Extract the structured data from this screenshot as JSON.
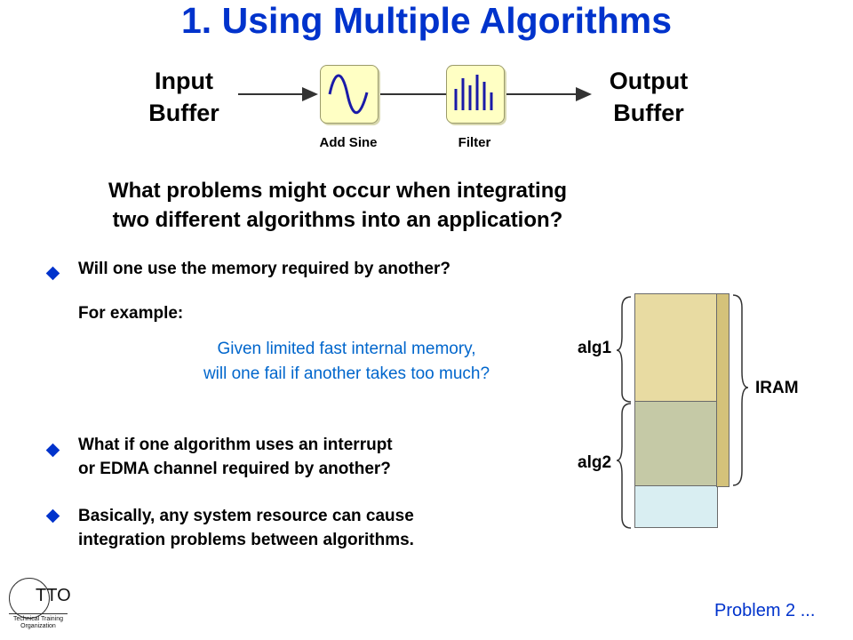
{
  "title": "1. Using Multiple Algorithms",
  "diagram": {
    "input_line1": "Input",
    "input_line2": "Buffer",
    "output_line1": "Output",
    "output_line2": "Buffer",
    "add_sine_label": "Add Sine",
    "filter_label": "Filter"
  },
  "question_line1": "What problems might occur when integrating",
  "question_line2": "two different algorithms into an application?",
  "bullets": {
    "b1": "Will one use the memory required by another?",
    "for_example": "For example:",
    "example_line1": "Given limited fast internal memory,",
    "example_line2": "will one fail if another takes too much?",
    "b2_line1": "What if one algorithm uses an interrupt",
    "b2_line2": "or EDMA channel required by another?",
    "b3_line1": "Basically, any system resource can cause",
    "b3_line2": "integration problems between algorithms."
  },
  "memory": {
    "alg1": "alg1",
    "alg2": "alg2",
    "iram": "IRAM",
    "colors": {
      "alg1": "#e8dba2",
      "alg2": "#c5c9a6",
      "free": "#d9eef2",
      "iram_bar": "#d4c27a"
    }
  },
  "logo": {
    "letters": "TTO",
    "line1": "Technical Training",
    "line2": "Organization"
  },
  "footer": "Problem 2 ..."
}
